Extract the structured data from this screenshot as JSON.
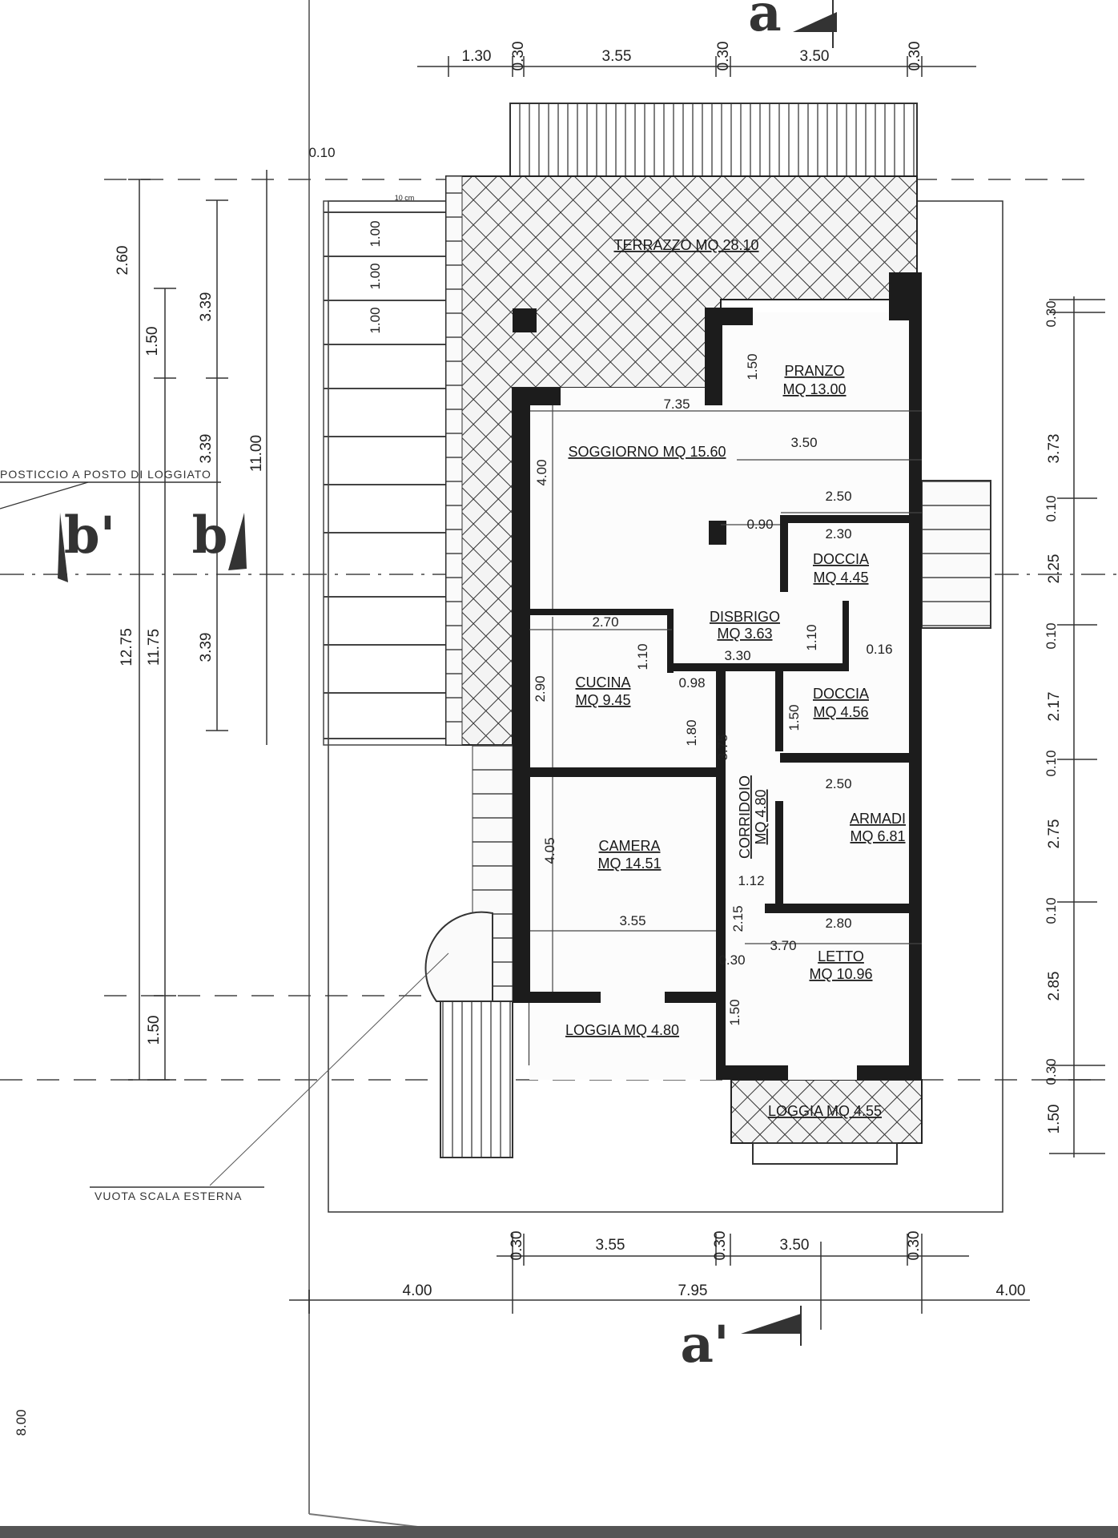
{
  "section_marks": {
    "a_top": "a",
    "a_bottom": "a'",
    "b": "b",
    "b_prime": "b'"
  },
  "notes": {
    "left_note": "POSTICCIO A POSTO DI LOGGIATO",
    "stair_note": "VUOTA SCALA ESTERNA",
    "pergola_note": "10 cm"
  },
  "rooms": {
    "terrazzo": {
      "name": "TERRAZZO",
      "area": "MQ 28.10"
    },
    "pranzo": {
      "name": "PRANZO",
      "area": "MQ 13.00"
    },
    "soggiorno": {
      "name": "SOGGIORNO",
      "area": "MQ 15.60"
    },
    "doccia1": {
      "name": "DOCCIA",
      "area": "MQ 4.45"
    },
    "disbrigo": {
      "name": "DISBRIGO",
      "area": "MQ 3.63"
    },
    "cucina": {
      "name": "CUCINA",
      "area": "MQ 9.45"
    },
    "doccia2": {
      "name": "DOCCIA",
      "area": "MQ 4.56"
    },
    "corridoio": {
      "name": "CORRIDOIO",
      "area": "MQ 4.80"
    },
    "armadi": {
      "name": "ARMADI",
      "area": "MQ 6.81"
    },
    "camera": {
      "name": "CAMERA",
      "area": "MQ 14.51"
    },
    "letto": {
      "name": "LETTO",
      "area": "MQ 10.96"
    },
    "loggia1": {
      "name": "LOGGIA",
      "area": "MQ 4.80"
    },
    "loggia2": {
      "name": "LOGGIA",
      "area": "MQ 4.55"
    }
  },
  "dims": {
    "top": [
      "1.30",
      "0.30",
      "3.55",
      "0.30",
      "3.50",
      "0.30"
    ],
    "bottom1": [
      "0.30",
      "3.55",
      "0.30",
      "3.50",
      "0.30"
    ],
    "bottom2": [
      "4.00",
      "7.95",
      "4.00"
    ],
    "left": [
      "2.60",
      "1.50",
      "3.39",
      "3.39",
      "3.39",
      "11.00",
      "12.75",
      "11.75",
      "1.50",
      "0.10",
      "1.00",
      "1.00",
      "1.00",
      "8.00"
    ],
    "right": [
      "0.30",
      "3.73",
      "0.10",
      "2.25",
      "0.10",
      "2.17",
      "0.10",
      "2.75",
      "0.10",
      "2.85",
      "0.30",
      "1.50"
    ],
    "interior": [
      "7.35",
      "3.50",
      "2.50",
      "0.90",
      "2.30",
      "4.00",
      "1.50",
      "2.70",
      "2.90",
      "1.10",
      "1.10",
      "3.30",
      "0.98",
      "1.80",
      "3.75",
      "1.50",
      "0.16",
      "2.50",
      "1.12",
      "4.05",
      "3.55",
      "2.15",
      "2.80",
      "3.70",
      "0.30",
      "1.50"
    ]
  }
}
